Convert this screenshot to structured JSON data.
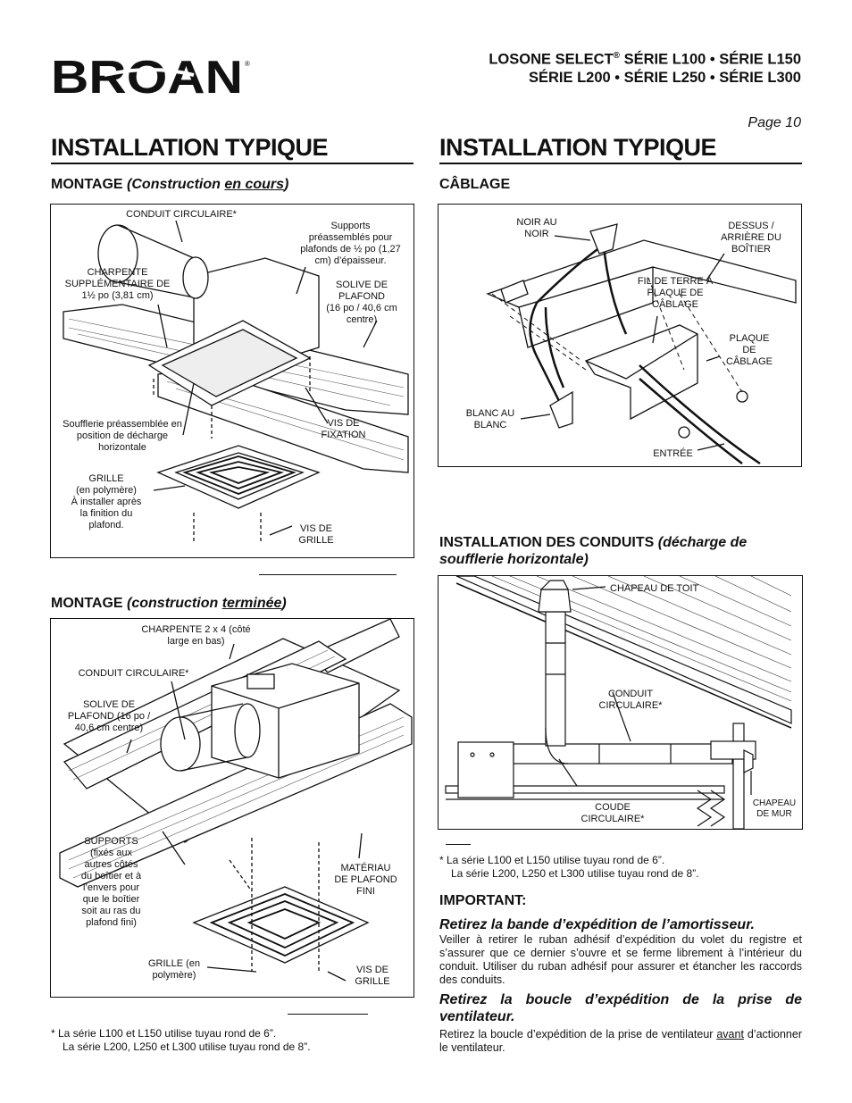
{
  "header": {
    "brand": "BROAN",
    "line1_pre": "LOSONE SELECT",
    "line1_sup": "®",
    "line1_post": " SÉRIE L100 • SÉRIE L150",
    "line2": "SÉRIE L200  • SÉRIE L250 • SÉRIE L300",
    "page": "Page 10"
  },
  "left": {
    "title": "INSTALLATION TYPIQUE",
    "montage1": {
      "head": "MONTAGE ",
      "head_it1": "(Construction ",
      "head_it2": "en cours",
      "head_it3": ")",
      "labels": {
        "conduit": "CONDUIT CIRCULAIRE*",
        "supports": "Supports\npréassemblés pour\nplafonds de ½ po (1,27\ncm) d’épaisseur.",
        "charpente": "CHARPENTE\nSUPPLÉMENTAIRE DE\n1½ po (3,81 cm)",
        "solive": "SOLIVE DE\nPLAFOND\n(16 po / 40,6 cm\ncentre)",
        "soufflerie": "Soufflerie préassemblée en\nposition de décharge\nhorizontale",
        "visfix": "VIS DE\nFIXATION",
        "grille": "GRILLE\n(en polymère)\nÀ installer après\nla finition du\nplafond.",
        "visgrille": "VIS DE\nGRILLE"
      }
    },
    "montage2": {
      "head": "MONTAGE ",
      "head_it1": "(construction ",
      "head_it2": "terminée",
      "head_it3": ")",
      "labels": {
        "charpente": "CHARPENTE 2 x 4 (côté\nlarge en bas)",
        "conduit": "CONDUIT CIRCULAIRE*",
        "solive": "SOLIVE DE\nPLAFOND (16 po /\n40,6 cm centre)",
        "supports": "SUPPORTS\n(fixés aux\nautres côtés\ndu boîtier et à\nl’envers pour\nque le boîtier\nsoit au ras du\nplafond fini)",
        "materiau": "MATÉRIAU\nDE PLAFOND\nFINI",
        "grille": "GRILLE (en\npolymère)",
        "visgrille": "VIS DE\nGRILLE"
      }
    },
    "footnote1": "*  La série L100 et L150 utilise tuyau rond de 6”.",
    "footnote2": "La série L200, L250 et L300 utilise tuyau rond de 8”."
  },
  "right": {
    "title": "INSTALLATION TYPIQUE",
    "cablage": {
      "head": "CÂBLAGE",
      "labels": {
        "noir": "NOIR AU\nNOIR",
        "dessus": "DESSUS /\nARRIÈRE DU\nBOÎTIER",
        "terre": "FIL DE TERRE À\nPLAQUE DE\nCÂBLAGE",
        "plaque": "PLAQUE\nDE\nCÂBLAGE",
        "blanc": "BLANC AU\nBLANC",
        "entree": "ENTRÉE"
      }
    },
    "conduits": {
      "head": "INSTALLATION DES CONDUITS ",
      "head_it": "(décharge de",
      "head_it2": "soufflerie horizontale)",
      "labels": {
        "chapeau_toit": "CHAPEAU DE TOIT",
        "conduit": "CONDUIT\nCIRCULAIRE*",
        "coude": "COUDE\nCIRCULAIRE*",
        "chapeau_mur": "CHAPEAU\nDE MUR"
      }
    },
    "footnote1": "*  La série L100 et L150 utilise tuyau rond de 6”.",
    "footnote2": "La série L200, L250 et L300 utilise tuyau rond de 8”.",
    "important": "IMPORTANT:",
    "sub1": "Retirez la bande d’expédition de l’amortisseur.",
    "body1": "Veiller à retirer le ruban adhésif d’expédition du volet du registre et s’assurer que ce dernier s’ouvre et se ferme librement à l’intérieur du conduit. Utiliser du ruban adhésif pour assurer et étancher les raccords des conduits.",
    "sub2": "Retirez la boucle d’expédition de la prise de ventilateur.",
    "body2_pre": "Retirez la boucle d’expédition de la prise de ventilateur ",
    "body2_u": "avant",
    "body2_post": " d’actionner le ventilateur."
  }
}
